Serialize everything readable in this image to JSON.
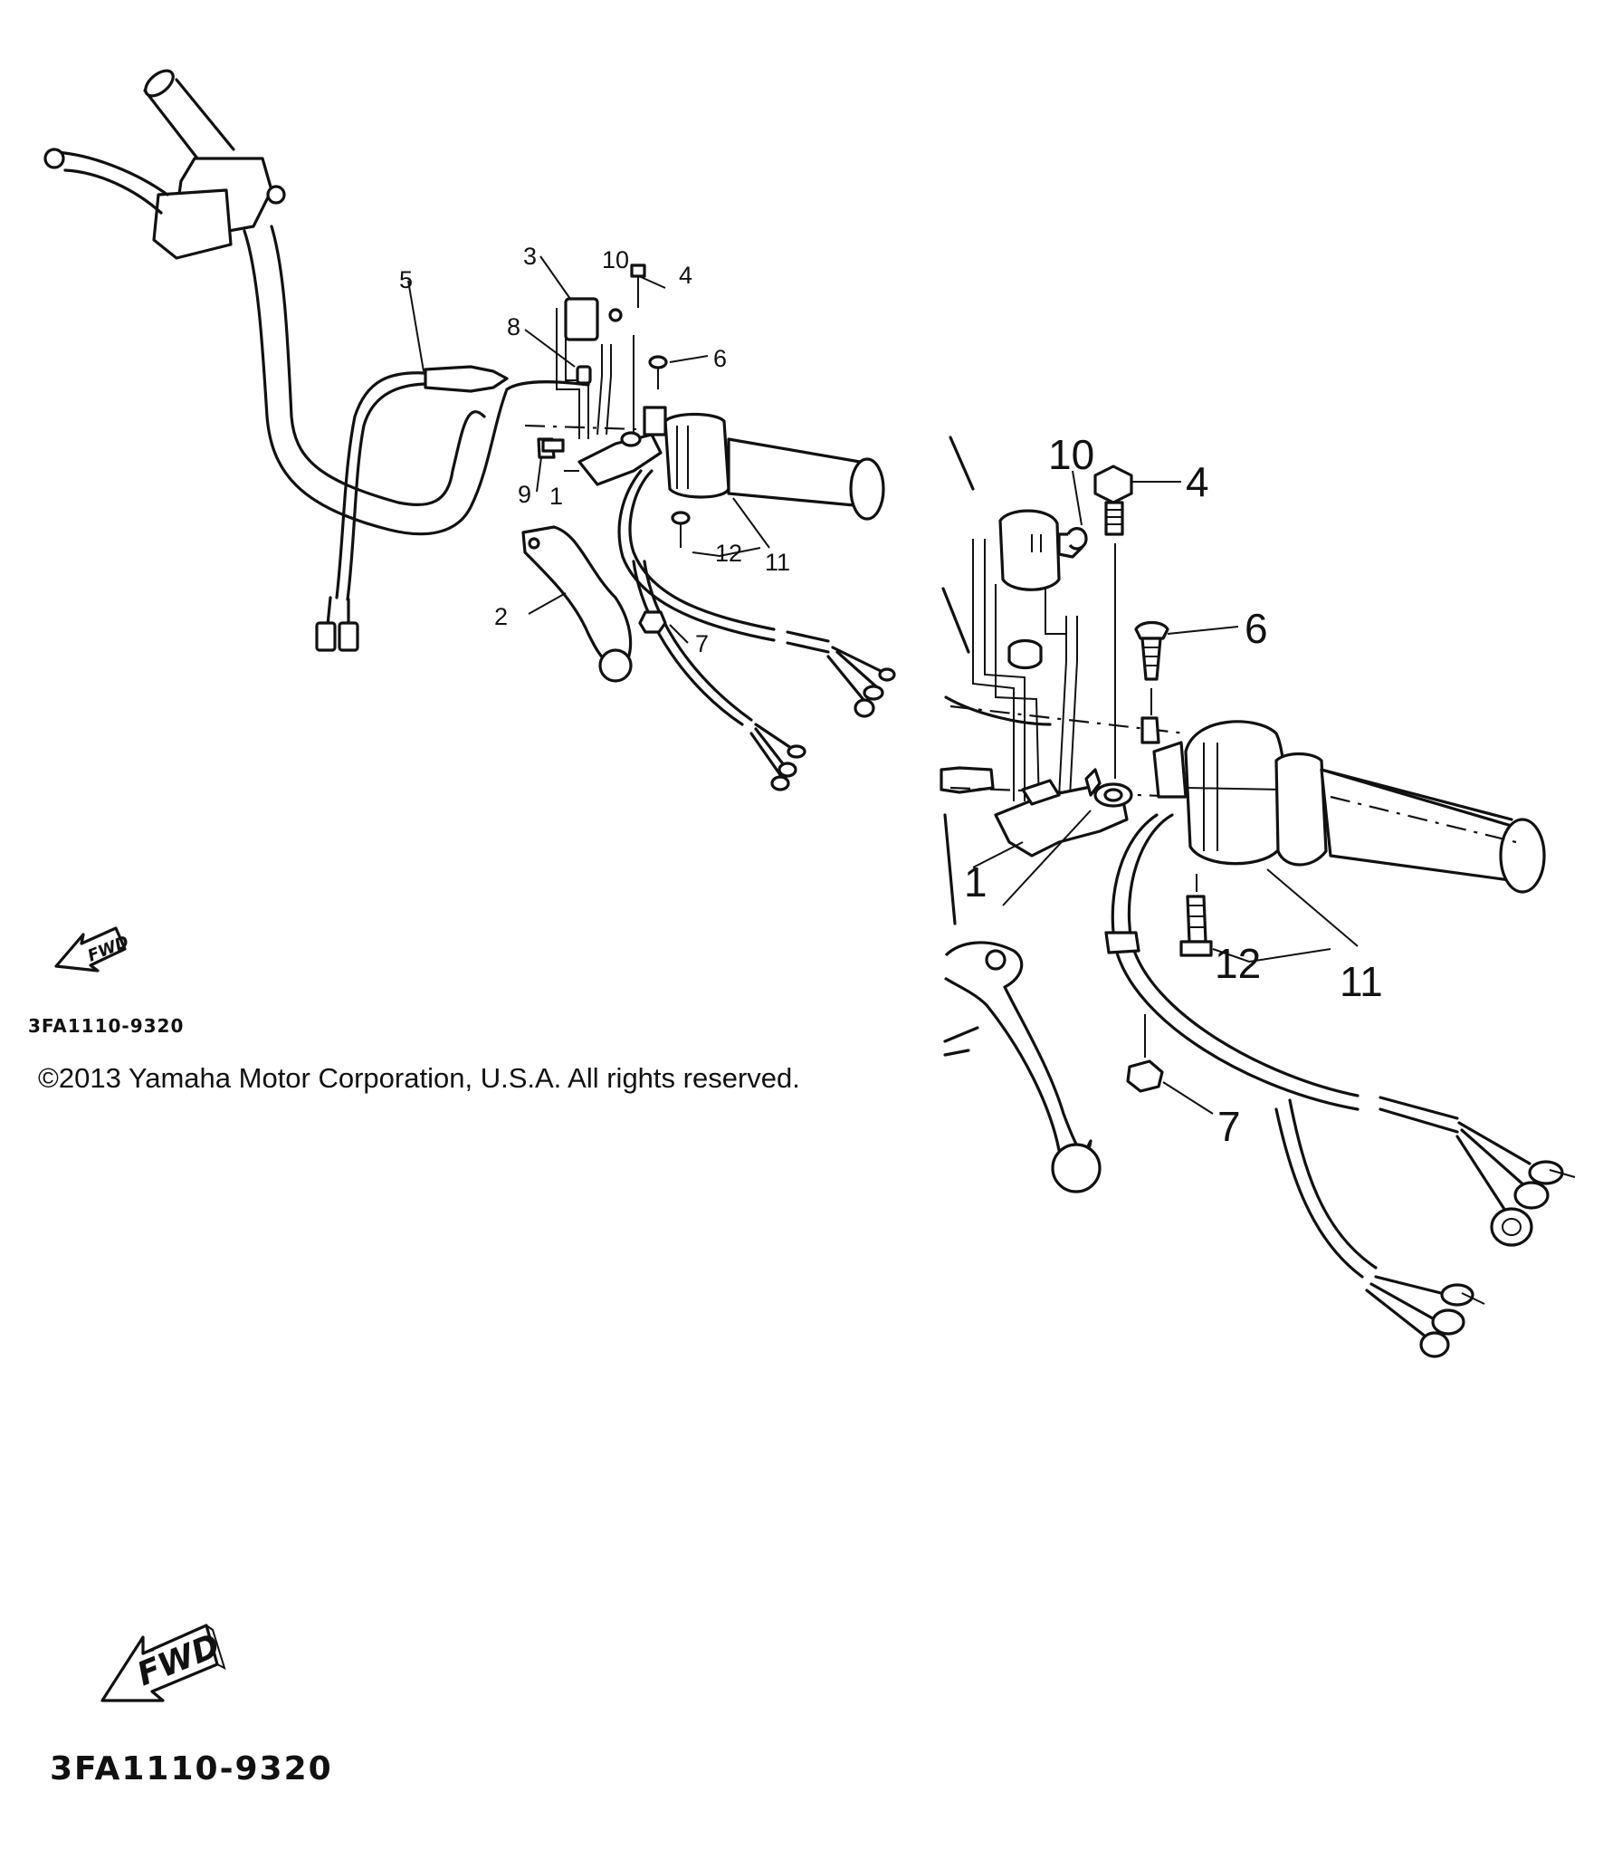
{
  "small_view": {
    "callouts": [
      "1",
      "2",
      "3",
      "4",
      "5",
      "6",
      "7",
      "8",
      "9",
      "10",
      "11",
      "12"
    ],
    "fwd_label": "FWD",
    "drawing_code": "3FA1110-9320"
  },
  "copyright": "©2013 Yamaha Motor Corporation, U.S.A. All rights reserved.",
  "enlarged_view": {
    "callouts": [
      "10",
      "4",
      "6",
      "1",
      "12",
      "11",
      "7"
    ],
    "fwd_label": "FWD",
    "drawing_code": "3FA1110-9320"
  }
}
